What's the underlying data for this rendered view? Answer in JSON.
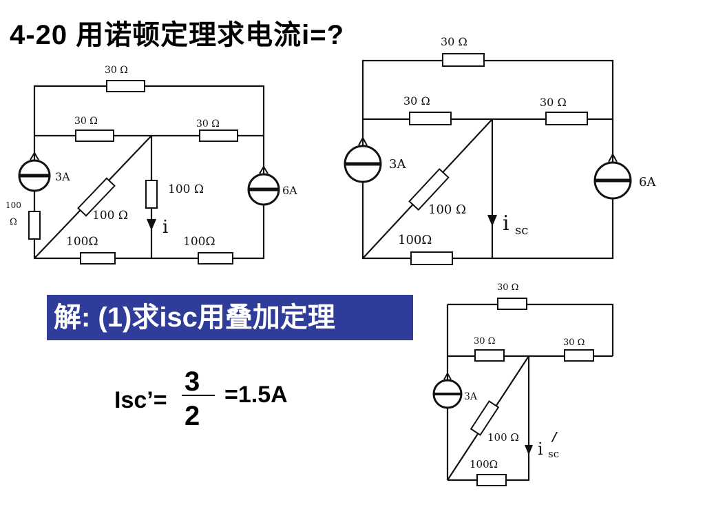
{
  "title": "4-20 用诺顿定理求电流i=?",
  "banner": "解: (1)求isc用叠加定理",
  "equation": {
    "lhs": "Isc’=",
    "numerator": "3",
    "denominator": "2",
    "rhs": "=1.5A"
  },
  "circuit_original": {
    "r_top": "30 Ω",
    "r_mid_left": "30 Ω",
    "r_mid_right": "30 Ω",
    "r_left_a": "100",
    "r_left_b": "Ω",
    "r_diag": "100 Ω",
    "r_center": "100 Ω",
    "r_bottom_left": "100Ω",
    "r_bottom_right": "100Ω",
    "src_left": "3A",
    "src_right": "6A",
    "current": "i"
  },
  "circuit_short": {
    "r_top": "30 Ω",
    "r_mid_left": "30 Ω",
    "r_mid_right": "30 Ω",
    "r_diag": "100 Ω",
    "r_bottom": "100Ω",
    "src_left": "3A",
    "src_right": "6A",
    "current": "i",
    "current_sub": "sc"
  },
  "circuit_superposition": {
    "r_top": "30 Ω",
    "r_mid_left": "30 Ω",
    "r_mid_right": "30 Ω",
    "r_diag": "100 Ω",
    "r_bottom": "100Ω",
    "src_left": "3A",
    "current": "i",
    "current_sub": "sc",
    "prime_mark": "/"
  }
}
